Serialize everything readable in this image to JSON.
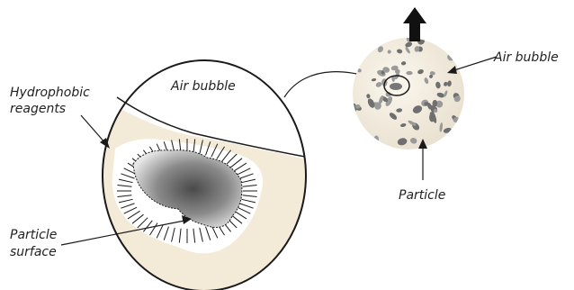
{
  "labels": {
    "air_bubble_main": "Air bubble",
    "hydrophobic_line1": "Hydrophobic",
    "hydrophobic_line2": "reagents",
    "particle_surface_line1": "Particle",
    "particle_surface_line2": "surface",
    "air_bubble_right": "Air bubble",
    "particle": "Particle"
  },
  "colors": {
    "liquid_fill": "#f3ead8",
    "bubble_fill": "#ffffff",
    "outline": "#1a1a1a",
    "particle_dark": "#555555",
    "particle_light": "#d9d9d9",
    "arrow": "#111111"
  },
  "icons": {
    "up_arrow": "thick-up-arrow-icon"
  }
}
